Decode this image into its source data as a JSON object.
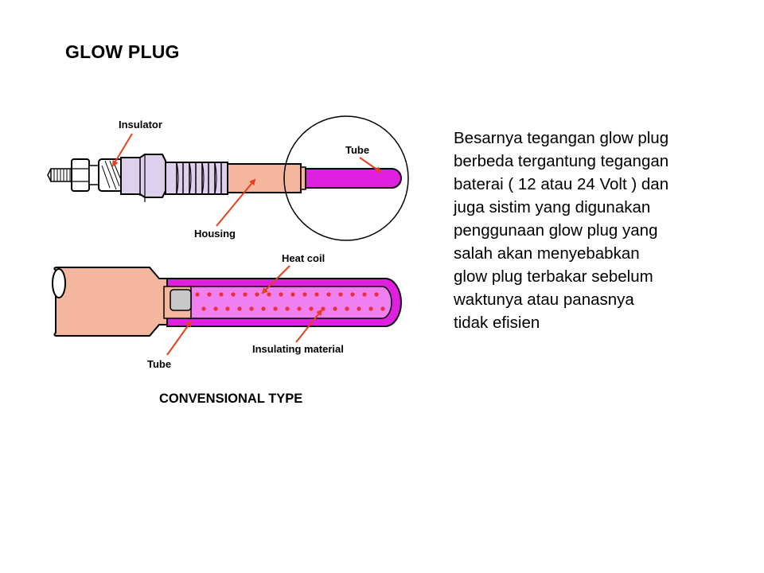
{
  "title": "GLOW PLUG",
  "diagram": {
    "labels": {
      "insulator": "Insulator",
      "tube_top": "Tube",
      "housing": "Housing",
      "heat_coil": "Heat coil",
      "insulating_material": "Insulating material",
      "tube_bottom": "Tube"
    },
    "caption": "CONVENSIONAL TYPE",
    "colors": {
      "housing": "#f4b79e",
      "tube": "#e020e0",
      "insulator": "#dcd0ec",
      "coil_dots": "#e8303a",
      "arrow": "#e8401c",
      "outline": "#000000"
    }
  },
  "description": {
    "lines": [
      "Besarnya tegangan glow plug",
      "berbeda tergantung tegangan",
      "baterai ( 12 atau 24 Volt ) dan",
      "juga sistim yang digunakan",
      "penggunaan glow plug yang",
      "salah akan menyebabkan",
      "glow plug terbakar sebelum",
      "waktunya atau panasnya",
      "tidak efisien"
    ]
  }
}
